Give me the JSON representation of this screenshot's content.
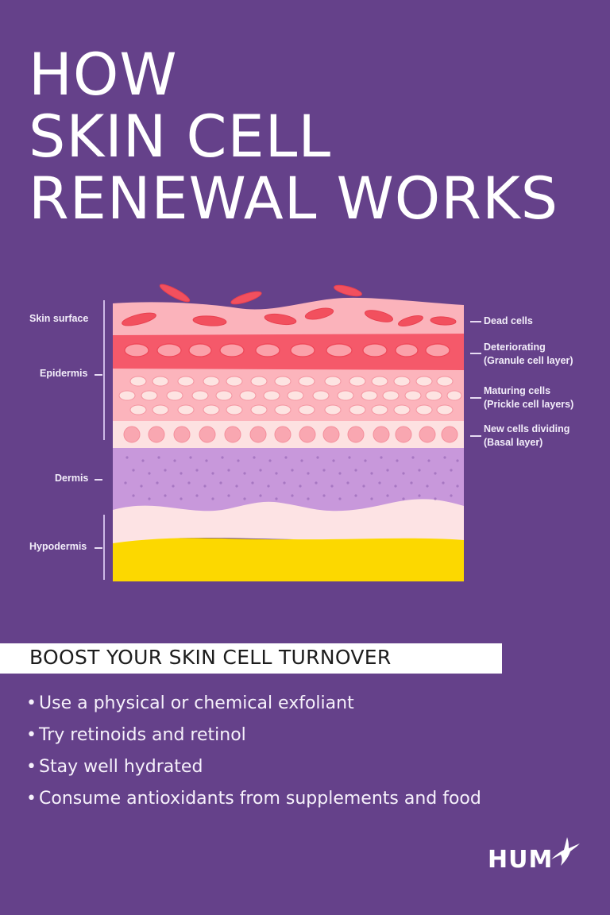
{
  "title": {
    "lines": [
      "HOW",
      "SKIN CELL",
      "RENEWAL WORKS"
    ]
  },
  "diagram": {
    "left_labels": {
      "skin_surface": "Skin surface",
      "epidermis": "Epidermis",
      "dermis": "Dermis",
      "hypodermis": "Hypodermis"
    },
    "right_labels": {
      "dead_cells": "Dead cells",
      "deteriorating": "Deteriorating",
      "deteriorating_sub": "(Granule cell layer)",
      "maturing": "Maturing cells",
      "maturing_sub": "(Prickle cell layers)",
      "new_cells": "New cells dividing",
      "new_cells_sub": "(Basal layer)"
    },
    "colors": {
      "background": "#65418a",
      "dead_layer": "#fbb3bb",
      "dead_cell": "#f2505e",
      "granule_layer": "#f5596a",
      "granule_cell": "#fba1aa",
      "prickle_layer": "#fcb4bc",
      "prickle_cell": "#fde4e2",
      "basal_layer": "#fde1e1",
      "basal_cell": "#f9a7b1",
      "dermis": "#c898db",
      "dermis_dot": "#a777c2",
      "subdermal": "#fde3e4",
      "hypodermis": "#fcd800"
    }
  },
  "section": {
    "heading": "BOOST YOUR SKIN CELL TURNOVER",
    "tips": [
      "Use a physical or chemical exfoliant",
      "Try retinoids and retinol",
      "Stay well hydrated",
      "Consume antioxidants from supplements and food"
    ],
    "bullet": "•"
  },
  "brand": {
    "logo_text": "HUM",
    "logo_icon": "hummingbird-icon"
  }
}
